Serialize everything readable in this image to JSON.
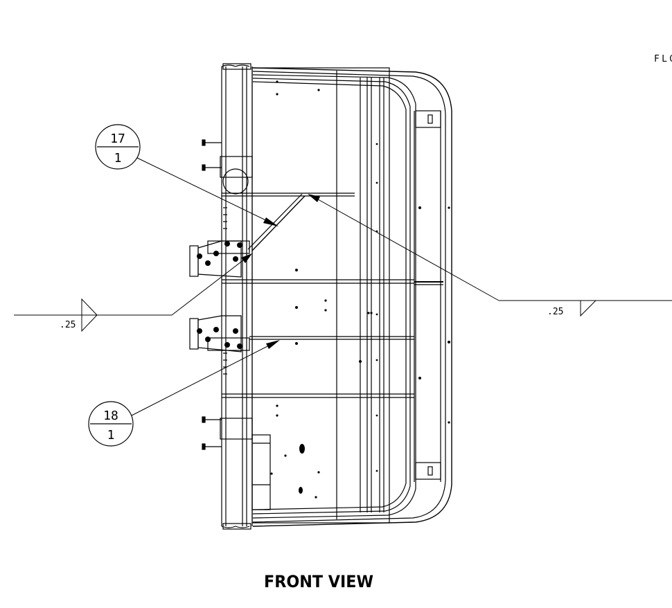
{
  "drawing": {
    "view_title": "FRONT VIEW",
    "edge_label": "FLC",
    "balloons": [
      {
        "item": "17",
        "sheet": "1"
      },
      {
        "item": "18",
        "sheet": "1"
      }
    ],
    "weld_symbols": [
      {
        "size": ".25",
        "side": "left"
      },
      {
        "size": ".25",
        "side": "right"
      }
    ]
  }
}
